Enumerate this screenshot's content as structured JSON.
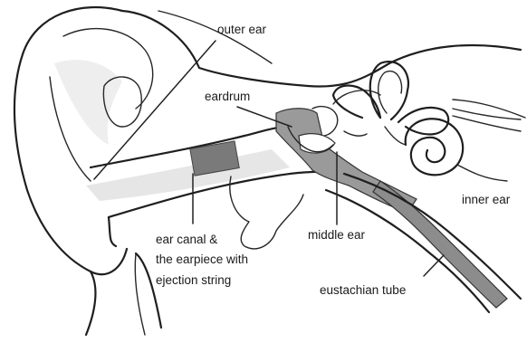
{
  "labels": {
    "outer_ear": "outer ear",
    "eardrum": "eardrum",
    "inner_ear": "inner ear",
    "middle_ear": "middle ear",
    "ear_canal_line1": "ear canal &",
    "ear_canal_line2": "the earpiece with",
    "ear_canal_line3": "ejection string",
    "eustachian_tube": "eustachian tube"
  },
  "colors": {
    "outline": "#1f1f1f",
    "earpiece": "#7a7a7a",
    "middle_ear_cavity": "#9a9a9a",
    "canal_shading": "#e2e2e2",
    "tube_fill": "#8c8c8c"
  }
}
